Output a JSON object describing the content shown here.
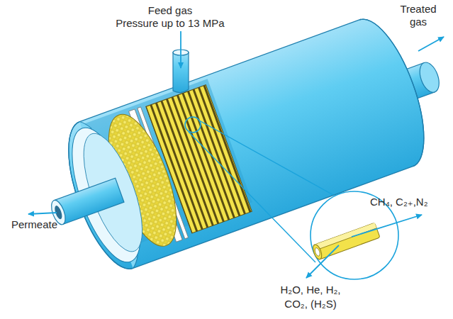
{
  "diagram": {
    "labels": [
      "Feed gas",
      "Pressure up to 13 MPa",
      "Treated gas",
      "Permeate",
      "CH₄, C₂₊,N₂",
      "H₂O, He, H₂,",
      "CO₂, (H₂S)"
    ]
  }
}
